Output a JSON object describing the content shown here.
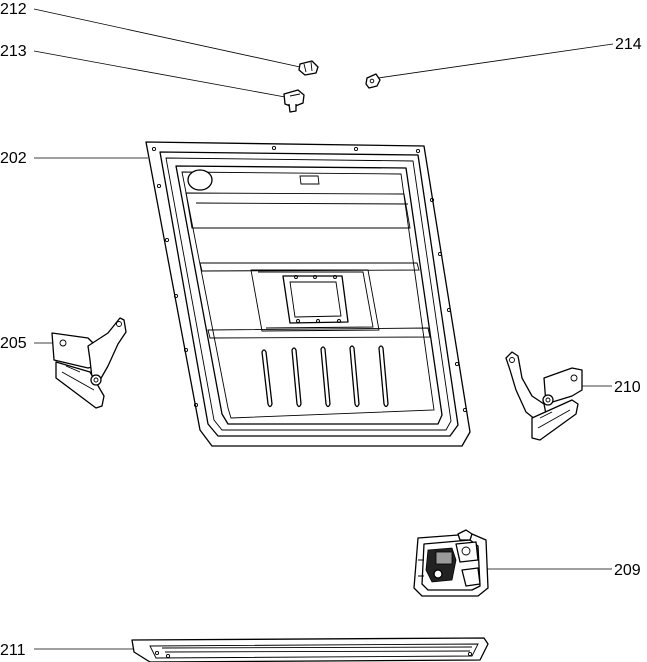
{
  "callouts": [
    {
      "id": "212",
      "label": "212"
    },
    {
      "id": "213",
      "label": "213"
    },
    {
      "id": "214",
      "label": "214"
    },
    {
      "id": "202",
      "label": "202"
    },
    {
      "id": "205",
      "label": "205"
    },
    {
      "id": "210",
      "label": "210"
    },
    {
      "id": "209",
      "label": "209"
    },
    {
      "id": "211",
      "label": "211"
    }
  ]
}
